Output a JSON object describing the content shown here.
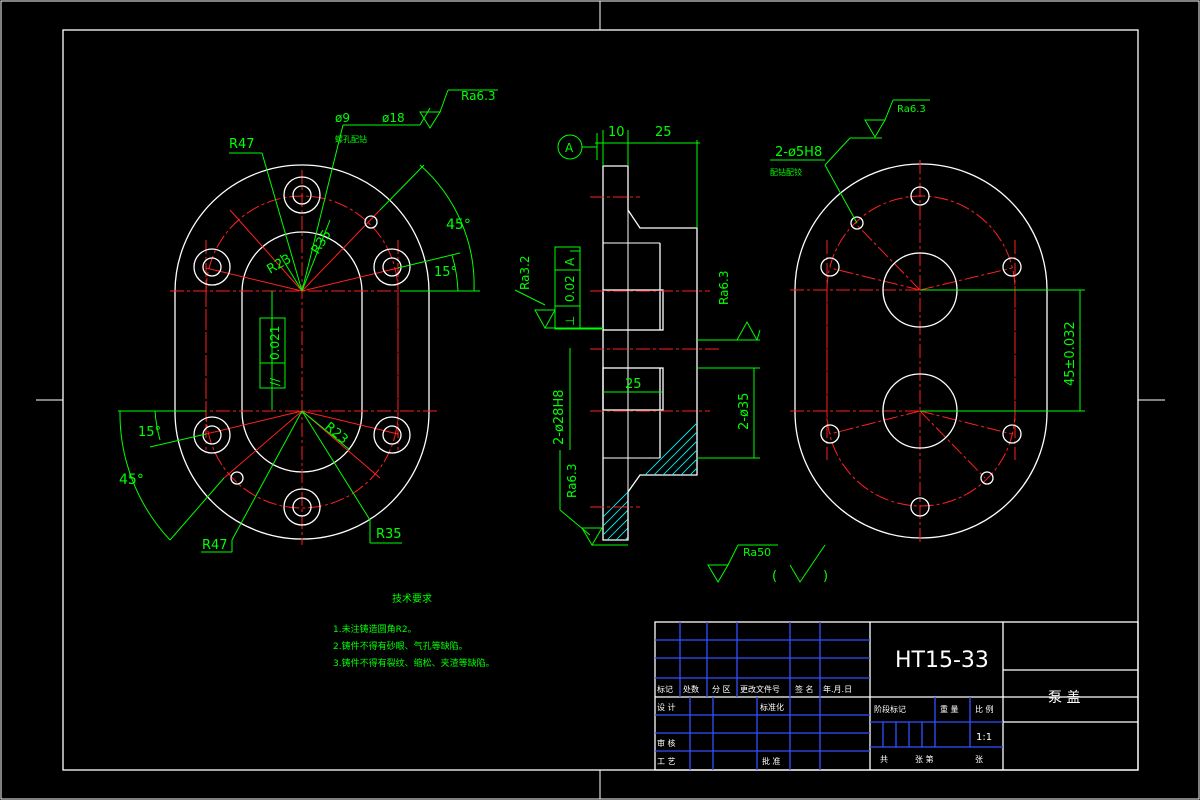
{
  "drawing": {
    "part_number": "HT15-33",
    "part_name": "泵 盖",
    "scale": "1:1"
  },
  "left_view": {
    "dims": {
      "r47_top": "R47",
      "r47_bottom": "R47",
      "r35_top": "R35",
      "r35_bottom": "R35",
      "r23_top": "R23",
      "r23_bottom": "R23",
      "hole_d9": "ø9",
      "hole_d18": "ø18",
      "hole_note": "螺孔配钻",
      "ra_top": "Ra6.3",
      "angle_45_top": "45°",
      "angle_15_top": "15°",
      "angle_15_bottom": "15°",
      "angle_45_bottom": "45°",
      "parallel_symbol": "//",
      "parallel_tol": "0.021"
    }
  },
  "section_view": {
    "datum": "A",
    "dim_10": "10",
    "dim_25_top": "25",
    "dim_25_mid": "25",
    "ra32": "Ra3.2",
    "perp_symbol": "⊥",
    "perp_tol": "0.02",
    "perp_datum": "A",
    "ra63_right": "Ra6.3",
    "ra63_bottom": "Ra6.3",
    "bore_28": "2-ø28H8",
    "bore_35": "2-ø35"
  },
  "right_view": {
    "ra_top": "Ra6.3",
    "pin_holes": "2-ø5H8",
    "pin_note": "配钻配铰",
    "center_dist": "45±0.032"
  },
  "general_finish": {
    "ra": "Ra50",
    "paren_open": "(",
    "paren_close": ")"
  },
  "tech_req": {
    "title": "技术要求",
    "items": [
      "1.未注铸造圆角R2。",
      "2.铸件不得有砂眼、气孔等缺陷。",
      "3.铸件不得有裂纹、缩松、夹渣等缺陷。"
    ]
  },
  "title_block": {
    "labels": {
      "mark": "标记",
      "count": "处数",
      "zone": "分 区",
      "change_doc": "更改文件号",
      "sign": "签 名",
      "date": "年.月.日",
      "design": "设 计",
      "standard": "标准化",
      "stage_mark": "阶段标记",
      "weight": "重 量",
      "scale_label": "比 例",
      "review": "审 核",
      "process": "工 艺",
      "approve": "批 准",
      "total": "共",
      "sheets": "张 第",
      "sheet": "张"
    }
  }
}
